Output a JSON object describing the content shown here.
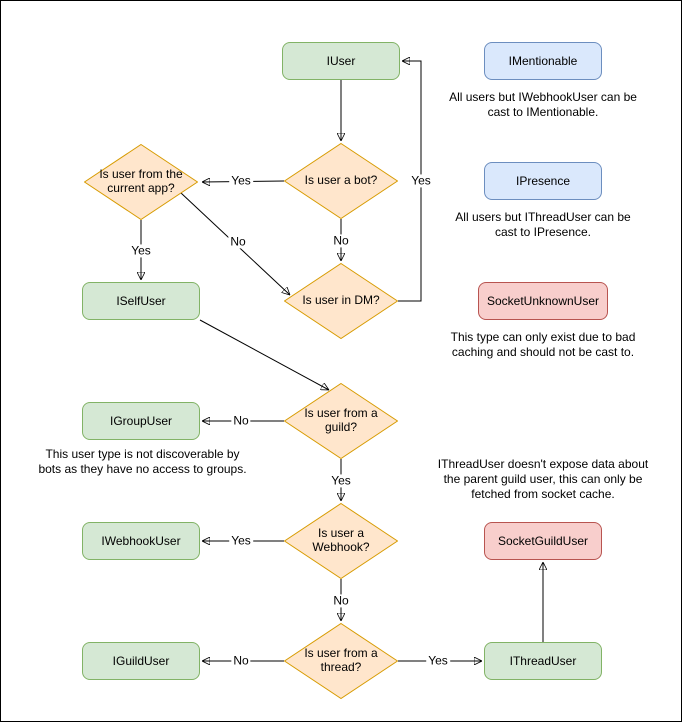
{
  "nodes": {
    "iuser": "IUser",
    "imentionable": "IMentionable",
    "ipresence": "IPresence",
    "socketunknownuser": "SocketUnknownUser",
    "iselfuser": "ISelfUser",
    "igroupuser": "IGroupUser",
    "iwebhookuser": "IWebhookUser",
    "socketguilduser": "SocketGuildUser",
    "iguilduser": "IGuildUser",
    "ithreaduser": "IThreadUser"
  },
  "decisions": {
    "current_app": "Is user from the current app?",
    "bot": "Is user a bot?",
    "dm": "Is user in DM?",
    "guild": "Is user from a guild?",
    "webhook": "Is user a Webhook?",
    "thread": "Is user from a thread?"
  },
  "edge_labels": {
    "yes": "Yes",
    "no": "No"
  },
  "notes": {
    "imentionable": "All users but IWebhookUser can be cast to IMentionable.",
    "ipresence": "All users but IThreadUser can be cast to IPresence.",
    "socketunknownuser": "This type can only exist due to bad caching and should not be cast to.",
    "igroupuser": "This user type is not discoverable by bots as they have no access to groups.",
    "socketguilduser": "IThreadUser doesn't expose data about the parent guild user, this can only be fetched from socket cache."
  },
  "colors": {
    "interface_fill": "#d5e8d4",
    "interface_stroke": "#82b366",
    "castable_fill": "#dae8fc",
    "castable_stroke": "#6c8ebf",
    "socket_fill": "#f8cecc",
    "socket_stroke": "#b85450",
    "decision_fill": "#ffe6cc",
    "decision_stroke": "#d79b00",
    "line": "#000000"
  }
}
